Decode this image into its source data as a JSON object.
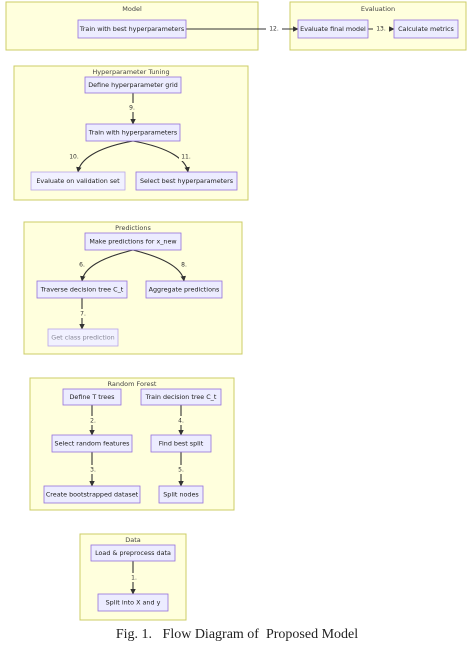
{
  "colors": {
    "group_fill": "#ffffdd",
    "group_stroke": "#cccc66",
    "node_fill": "#ececff",
    "node_stroke": "#9370db",
    "edge": "#333333"
  },
  "groups": {
    "model": "Model",
    "evaluation": "Evaluation",
    "tuning": "Hyperparameter Tuning",
    "predictions": "Predictions",
    "forest": "Random Forest",
    "data": "Data"
  },
  "nodes": {
    "train_best": "Train with best hyperparameters",
    "evaluate_final": "Evaluate final model",
    "calculate_metrics": "Calculate metrics",
    "define_grid": "Define hyperparameter grid",
    "train_hyper": "Train with hyperparameters",
    "evaluate_validation": "Evaluate on validation set",
    "select_best": "Select best hyperparameters",
    "make_predictions": "Make predictions for x_new",
    "traverse_tree": "Traverse decision tree C_t",
    "aggregate": "Aggregate predictions",
    "get_class": "Get class prediction",
    "define_trees": "Define T trees",
    "train_tree": "Train decision tree C_t",
    "select_features": "Select random features",
    "find_split": "Find best split",
    "create_dataset": "Create bootstrapped dataset",
    "split_nodes": "Split nodes",
    "load_data": "Load & preprocess data",
    "split_xy": "Split into X and y"
  },
  "edges": {
    "e1": "1.",
    "e2": "2.",
    "e3": "3.",
    "e4": "4.",
    "e5": "5.",
    "e6": "6.",
    "e7": "7.",
    "e8": "8.",
    "e9": "9.",
    "e10": "10.",
    "e11": "11.",
    "e12": "12.",
    "e13": "13."
  },
  "caption": "Fig. 1.   Flow Diagram of  Proposed Model"
}
